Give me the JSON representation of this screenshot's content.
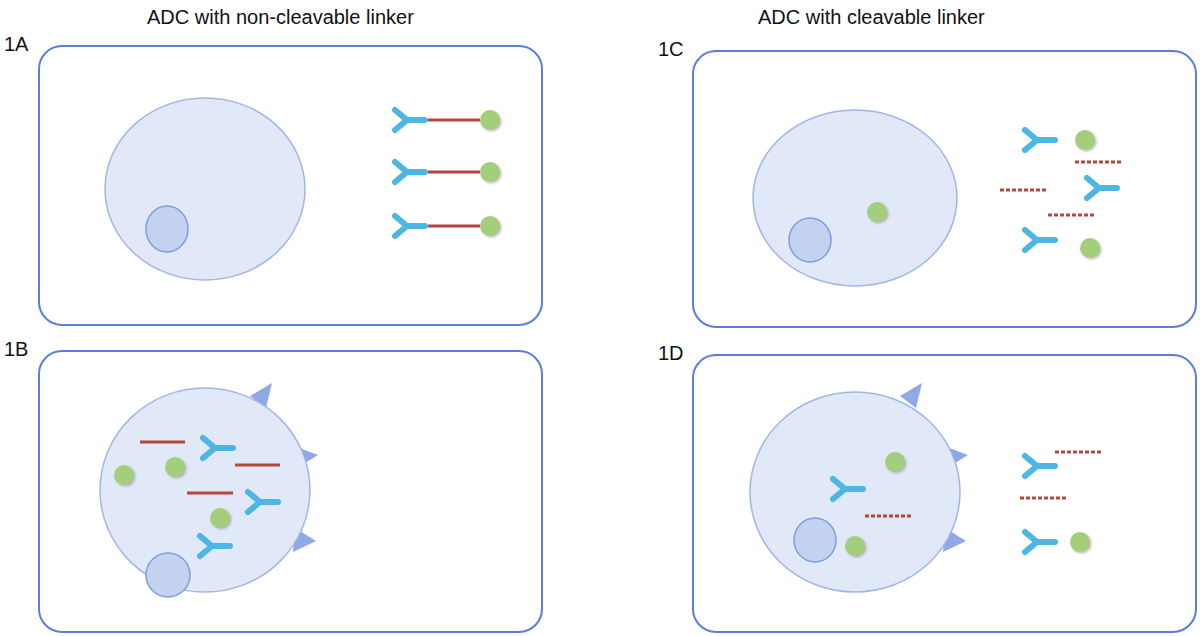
{
  "diagram": {
    "nodes": [
      {
        "text": [
          "1A"
        ]
      },
      {
        "text": [
          "1C"
        ]
      },
      {
        "text": [
          "1B"
        ]
      },
      {
        "text": [
          "1D"
        ]
      }
    ],
    "labels": [
      "ADC with non-cleavable linker",
      "ADC with cleavable linker"
    ]
  }
}
